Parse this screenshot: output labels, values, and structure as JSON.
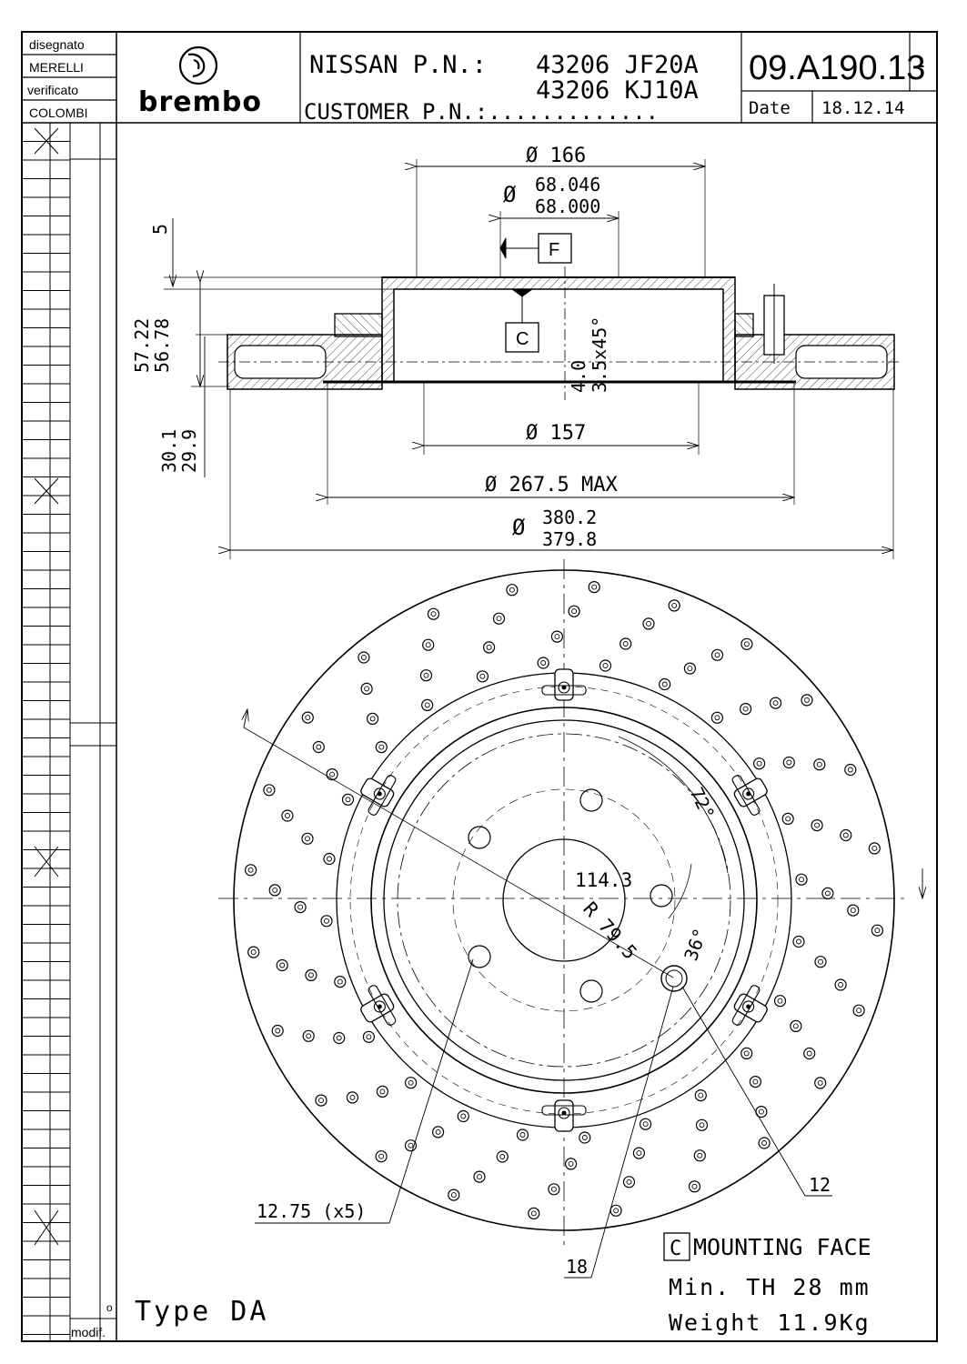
{
  "title_block": {
    "drawn_label": "disegnato",
    "drawn_by": "MERELLI",
    "checked_label": "verificato",
    "checked_by": "COLOMBI",
    "brand": "brembo",
    "nissan_pn_label": "NISSAN P.N.:",
    "nissan_pn_1": "43206 JF20A",
    "nissan_pn_2": "43206 KJ10A",
    "customer_pn_label": "CUSTOMER P.N.:.............",
    "drawing_number": "09.A190.13",
    "revision": "-",
    "date_label": "Date",
    "date_value": "18.12.14"
  },
  "revision_column": {
    "modif_label": "modif.",
    "revision_marker": "o"
  },
  "section_view": {
    "dim_166": "Ø 166",
    "dim_bore_upper": "68.046",
    "dim_bore_lower": "68.000",
    "dim_bore_symbol": "Ø",
    "datum_f": "F",
    "datum_c": "C",
    "dim_5": "5",
    "dim_height_upper": "57.22",
    "dim_height_lower": "56.78",
    "chamfer_upper": "4.0",
    "chamfer_lower": "3.5x45°",
    "dim_thickness_upper": "30.1",
    "dim_thickness_lower": "29.9",
    "dim_157": "Ø 157",
    "dim_267": "Ø 267.5 MAX",
    "dim_od_symbol": "Ø",
    "dim_od_upper": "380.2",
    "dim_od_lower": "379.8"
  },
  "face_view": {
    "angle_72": "72°",
    "angle_36": "36°",
    "pcd": "114.3",
    "radius": "R 79.5",
    "holes_label": "12.75 (x5)",
    "callout_12": "12",
    "callout_18": "18"
  },
  "notes": {
    "type": "Type DA",
    "mounting_box": "C",
    "mounting_face": "MOUNTING FACE",
    "min_th": "Min. TH 28 mm",
    "weight": "Weight 11.9Kg"
  }
}
